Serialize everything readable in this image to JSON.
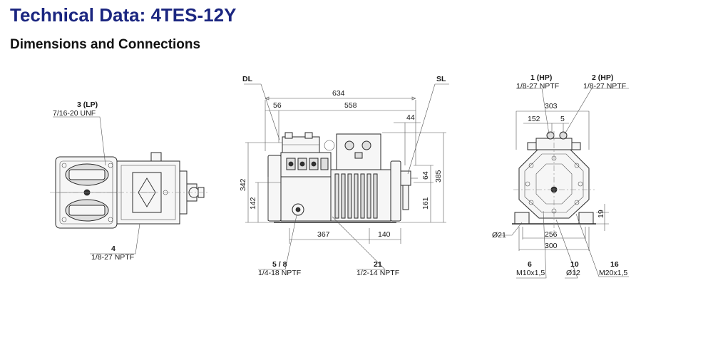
{
  "header": {
    "title": "Technical Data: 4TES-12Y",
    "subtitle": "Dimensions and Connections"
  },
  "top_view": {
    "callouts": [
      {
        "id": "3 (LP)",
        "spec": "7/16-20 UNF"
      },
      {
        "id": "4",
        "spec": "1/8-27 NPTF"
      }
    ]
  },
  "side_view": {
    "callouts": [
      {
        "id": "DL",
        "spec": ""
      },
      {
        "id": "SL",
        "spec": ""
      },
      {
        "id": "5 / 8",
        "spec": "1/4-18 NPTF"
      },
      {
        "id": "21",
        "spec": "1/2-14 NPTF"
      }
    ],
    "dimensions": {
      "overall_length": "634",
      "d56": "56",
      "d558": "558",
      "d44": "44",
      "height_total": "342",
      "height_142": "142",
      "height_385": "385",
      "height_64": "64",
      "height_161": "161",
      "d367": "367",
      "d140": "140"
    }
  },
  "front_view": {
    "callouts": [
      {
        "id": "1 (HP)",
        "spec": "1/8-27 NPTF"
      },
      {
        "id": "2 (HP)",
        "spec": "1/8-27 NPTF"
      },
      {
        "id": "6",
        "spec": "M10x1,5"
      },
      {
        "id": "10",
        "spec": "Ø12"
      },
      {
        "id": "16",
        "spec": "M20x1,5"
      }
    ],
    "dimensions": {
      "d303": "303",
      "d152": "152",
      "d5": "5",
      "d19": "19",
      "d21": "Ø21",
      "d256": "256",
      "d300": "300"
    }
  }
}
